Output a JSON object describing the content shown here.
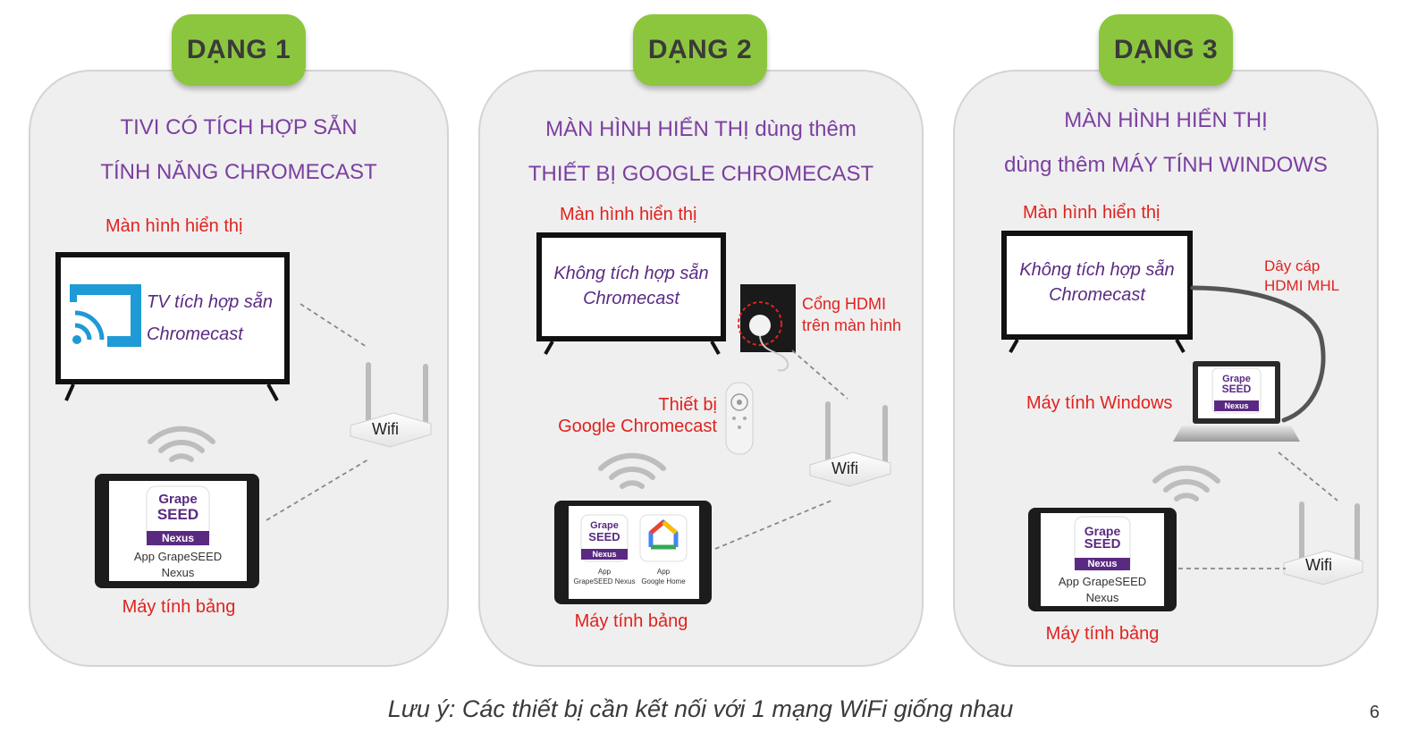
{
  "panels": [
    {
      "badge": "DẠNG 1",
      "title_lines": [
        "TIVI CÓ TÍCH HỢP SẴN",
        "TÍNH NĂNG CHROMECAST"
      ],
      "display_label": "Màn hình hiển thị",
      "screen_text": [
        "TV tích hợp sẵn",
        "Chromecast"
      ],
      "wifi_label": "Wifi",
      "tablet_app_label": [
        "App GrapeSEED",
        "Nexus"
      ],
      "tablet_label": "Máy tính bảng"
    },
    {
      "badge": "DẠNG 2",
      "title_lines": [
        "MÀN HÌNH HIỂN THỊ dùng thêm",
        "THIẾT BỊ GOOGLE CHROMECAST"
      ],
      "display_label": "Màn hình hiển thị",
      "screen_text": [
        "Không tích hợp sẵn",
        "Chromecast"
      ],
      "hdmi_port_label": [
        "Cổng HDMI",
        "trên màn hình"
      ],
      "device_label": [
        "Thiết bị",
        "Google Chromecast"
      ],
      "wifi_label": "Wifi",
      "app1_label": [
        "App",
        "GrapeSEED Nexus"
      ],
      "app2_label": [
        "App",
        "Google Home"
      ],
      "tablet_label": "Máy tính bảng"
    },
    {
      "badge": "DẠNG 3",
      "title_lines": [
        "MÀN HÌNH HIỂN THỊ",
        "dùng thêm MÁY TÍNH WINDOWS"
      ],
      "display_label": "Màn hình hiển thị",
      "screen_text": [
        "Không tích hợp sẵn",
        "Chromecast"
      ],
      "cable_label": [
        "Dây cáp",
        "HDMI MHL"
      ],
      "laptop_label": "Máy tính Windows",
      "wifi_label": "Wifi",
      "tablet_app_label": [
        "App GrapeSEED",
        "Nexus"
      ],
      "tablet_label": "Máy tính bảng"
    }
  ],
  "logo": {
    "grape": "Grape",
    "seed": "SEED",
    "nexus": "Nexus"
  },
  "footnote": "Lưu ý: Các thiết bị cần kết nối với 1 mạng WiFi giống nhau",
  "page_number": "6",
  "colors": {
    "badge": "#8cc63f",
    "title": "#7b3fa0",
    "label_red": "#e0221f",
    "brand_purple": "#5a2a82",
    "cast_blue": "#1e9ad6",
    "panel_bg": "#efefef"
  }
}
